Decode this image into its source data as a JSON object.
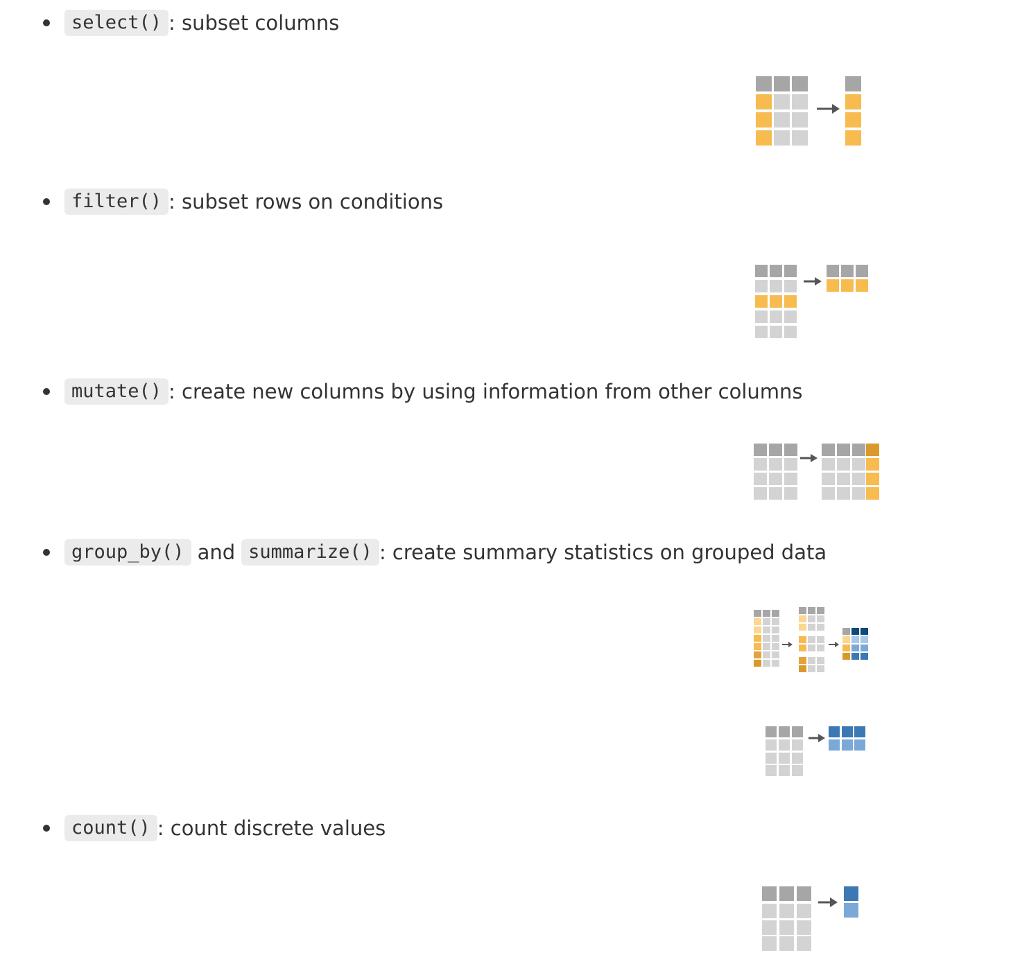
{
  "items": [
    {
      "code": "select()",
      "desc": ": subset columns",
      "icon": "select-diagram-icon"
    },
    {
      "code": "filter()",
      "desc": ": subset rows on conditions",
      "icon": "filter-diagram-icon"
    },
    {
      "code": "mutate()",
      "desc": ": create new columns by using information from other columns",
      "icon": "mutate-diagram-icon"
    },
    {
      "code": "group_by()",
      "joiner": "and",
      "code2": "summarize()",
      "desc": ": create summary statistics on grouped data",
      "icon": "group-by-diagram-icon",
      "icon2": "summarize-diagram-icon"
    },
    {
      "code": "count()",
      "desc": ": count discrete values",
      "icon": "count-diagram-icon"
    }
  ],
  "colors": {
    "cell_gray": "#d3d3d3",
    "header_gray": "#a6a6a6",
    "highlight_yellow": "#f7bb50",
    "summary_blue": "#3b78b4",
    "arrow": "#555555",
    "code_background": "#ebebeb"
  }
}
